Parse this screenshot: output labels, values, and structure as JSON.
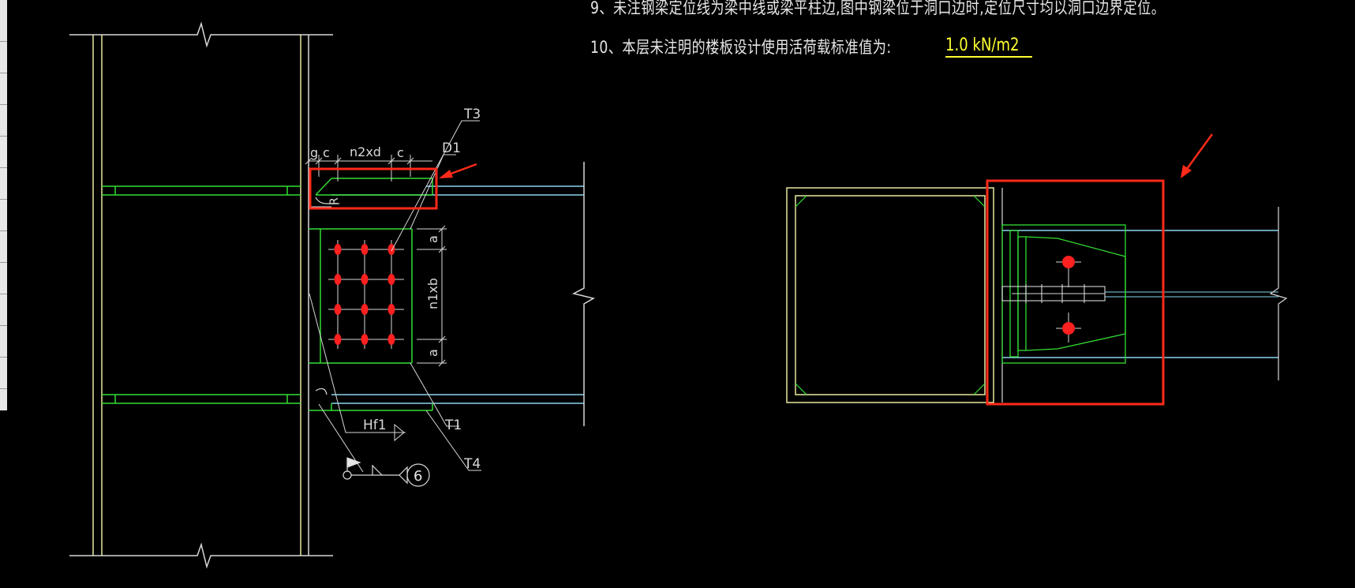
{
  "notes": {
    "note_9": "9、未注钢梁定位线为梁中线或梁平柱边,图中钢梁位于洞口边时,定位尺寸均以洞口边界定位。",
    "note_10": "10、本层未注明的楼板设计使用活荷载标准值为:",
    "load_value": "1.0 kN/m2"
  },
  "labels": {
    "t3": "T3",
    "d1": "D1",
    "t1": "T1",
    "t4": "T4",
    "hf1": "Hf1",
    "circle_no": "6",
    "dim_g": "g",
    "dim_c_left": "c",
    "dim_n2xd": "n2xd",
    "dim_c_right": "c",
    "dim_r": "R",
    "dim_a_top": "a",
    "dim_n1xb": "n1xb",
    "dim_a_bottom": "a"
  },
  "colors": {
    "background": "#000000",
    "column": "#e8e8a0",
    "steel_green": "#33dd33",
    "beam_cyan": "#8ad4f0",
    "white_line": "#d8d8d8",
    "bolt_red": "#ff2020",
    "highlight_red": "#ff2a1a",
    "text": "#e6e6e6",
    "load_yellow": "#ffff33"
  }
}
